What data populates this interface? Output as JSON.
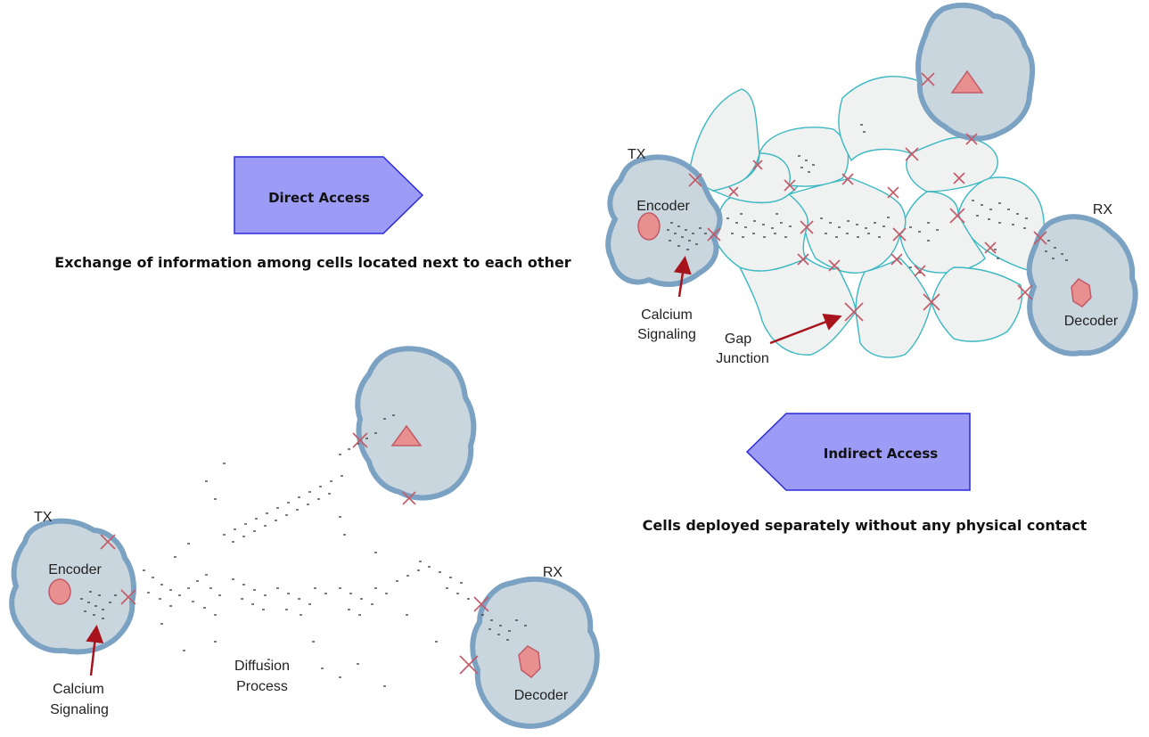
{
  "direct_access": {
    "label": "Direct Access",
    "description": "Exchange of information among cells located next to each other"
  },
  "indirect_access": {
    "label": "Indirect Access",
    "description": "Cells deployed separately without any physical contact"
  },
  "gap_diagram": {
    "tx": "TX",
    "rx": "RX",
    "encoder": "Encoder",
    "decoder": "Decoder",
    "calcium_line1": "Calcium",
    "calcium_line2": "Signaling",
    "gap_line1": "Gap",
    "gap_line2": "Junction"
  },
  "diffusion_diagram": {
    "tx": "TX",
    "rx": "RX",
    "encoder": "Encoder",
    "decoder": "Decoder",
    "calcium_line1": "Calcium",
    "calcium_line2": "Signaling",
    "diffusion_line1": "Diffusion",
    "diffusion_line2": "Process"
  },
  "colors": {
    "cell_fill": "#c9d6de",
    "cell_border": "#7ba2c2",
    "tissue_fill": "#f0f1f1",
    "tissue_border": "#3bb8c2",
    "marker": "#e8908f",
    "junction": "#c25a68",
    "pointer": "#a8141c",
    "arrow_fill": "#9c9cf7",
    "arrow_border": "#2a2ad8"
  }
}
